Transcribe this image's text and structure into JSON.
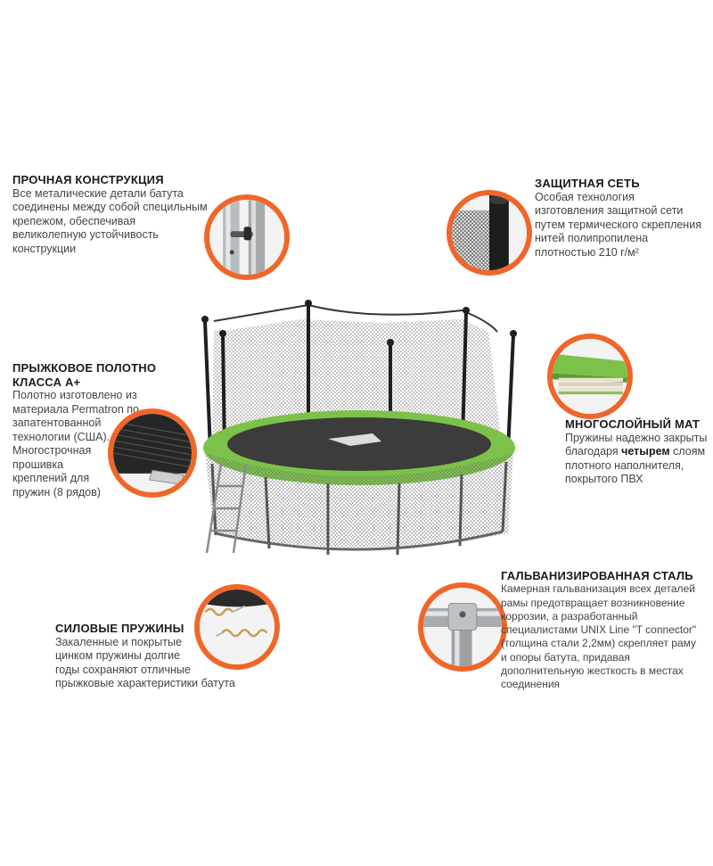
{
  "features": {
    "construction": {
      "title": "ПРОЧНАЯ КОНСТРУКЦИЯ",
      "lines": [
        "Все металические детали батута",
        "соединены между собой специльным",
        "крепежом, обеспечивая",
        "великолепную устойчивость",
        "конструкции"
      ]
    },
    "net": {
      "title": "ЗАЩИТНАЯ СЕТЬ",
      "lines": [
        "Особая технология",
        "изготовления защитной сети",
        "путем термического скрепления",
        "нитей полипропилена",
        "плотностью 210 г/м²"
      ]
    },
    "mat": {
      "title_line1": "ПРЫЖКОВОЕ ПОЛОТНО",
      "title_line2": "КЛАССА А+",
      "lines": [
        "Полотно изготовлено из",
        "материала Permatron по",
        "запатентованной",
        "технологии (США).",
        "Многострочная",
        "прошивка",
        "креплений для",
        "пружин (8 рядов)"
      ]
    },
    "pad": {
      "title": "МНОГОСЛОЙНЫЙ МАТ",
      "line1": "Пружины надежно закрыты",
      "line2_before": "благодаря ",
      "line2_bold": "четырем",
      "line2_after": " слоям",
      "line3": "плотного наполнителя,",
      "line4": "покрытого ПВХ"
    },
    "steel": {
      "title": "ГАЛЬВАНИЗИРОВАННАЯ СТАЛЬ",
      "lines": [
        "Камерная гальванизация всех деталей",
        "рамы предотвращает возникновение",
        "коррозии, а разработанный",
        "специалистами  UNIX Line \"T connector\"",
        "(толщина стали 2,2мм) скрепляет раму",
        "и опоры батута, придавая",
        "дополнительную жесткость в местах",
        "соединения"
      ]
    },
    "springs": {
      "title": "СИЛОВЫЕ ПРУЖИНЫ",
      "lines": [
        "Закаленные и покрытые",
        "цинком пружины долгие",
        "годы сохраняют отличные",
        "прыжковые характеристики батута"
      ]
    }
  },
  "colors": {
    "accent_ring": "#f0662a",
    "pad_green": "#7cc24a",
    "frame": "#2b2b2b",
    "net": "#555555"
  },
  "icons": [
    "frame-pole-icon",
    "net-roll-icon",
    "jump-mat-icon",
    "layered-pad-icon",
    "t-connector-icon",
    "spring-icon"
  ]
}
